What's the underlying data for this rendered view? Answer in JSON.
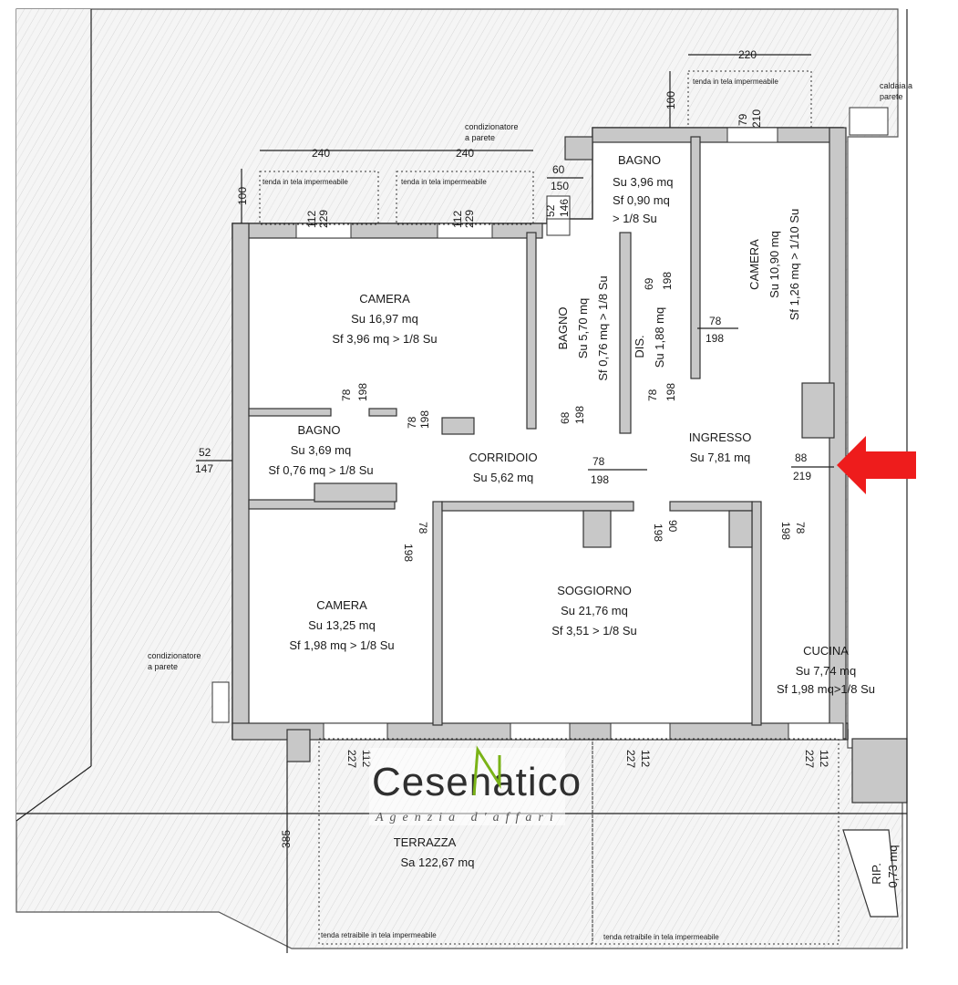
{
  "rooms": {
    "camera1": {
      "name": "CAMERA",
      "su": "Su 16,97 mq",
      "sf": "Sf 3,96 mq > 1/8 Su"
    },
    "bagno_top": {
      "name": "BAGNO",
      "su": "Su 3,96 mq",
      "sf": "Sf 0,90 mq",
      "sf2": "> 1/8 Su"
    },
    "camera_right": {
      "name": "CAMERA",
      "su": "Su 10,90 mq",
      "sf": "Sf 1,26 mq > 1/10 Su"
    },
    "bagno_mid": {
      "name": "BAGNO",
      "su": "Su 5,70 mq",
      "sf": "Sf 0,76 mq > 1/8 Su"
    },
    "dis": {
      "name": "DIS.",
      "su": "Su 1,88 mq"
    },
    "bagno_left": {
      "name": "BAGNO",
      "su": "Su 3,69 mq",
      "sf": "Sf 0,76 mq > 1/8 Su"
    },
    "corridoio": {
      "name": "CORRIDOIO",
      "su": "Su 5,62 mq"
    },
    "ingresso": {
      "name": "INGRESSO",
      "su": "Su 7,81 mq"
    },
    "camera2": {
      "name": "CAMERA",
      "su": "Su 13,25 mq",
      "sf": "Sf 1,98 mq > 1/8 Su"
    },
    "soggiorno": {
      "name": "SOGGIORNO",
      "su": "Su 21,76 mq",
      "sf": "Sf 3,51 > 1/8 Su"
    },
    "cucina": {
      "name": "CUCINA",
      "su": "Su 7,74 mq",
      "sf": "Sf 1,98 mq>1/8 Su"
    },
    "terrazza": {
      "name": "TERRAZZA",
      "sa": "Sa 122,67 mq"
    },
    "rip": {
      "name": "RIP.",
      "su": "0,73 mq"
    }
  },
  "notes": {
    "condizionatore_top_1": "condizionatore",
    "condizionatore_top_2": "a parete",
    "condizionatore_left_1": "condizionatore",
    "condizionatore_left_2": "a parete",
    "caldaia_1": "caldaia a",
    "caldaia_2": "parete",
    "tenda_imp_1": "tenda in tela impermeabile",
    "tenda_imp_2": "tenda in tela impermeabile",
    "tenda_imp_3": "tenda in tela impermeabile",
    "tenda_retr_1": "tenda retraibile in tela impermeabile",
    "tenda_retr_2": "tenda retraibile in tela impermeabile"
  },
  "dims": {
    "d240a": "240",
    "d240b": "240",
    "d220": "220",
    "d100a": "100",
    "d100b": "100",
    "d385": "385",
    "w112a": "112",
    "w229a": "229",
    "w112b": "112",
    "w229b": "229",
    "w52a": "52",
    "w146": "146",
    "w60": "60",
    "w150": "150",
    "w79": "79",
    "w210": "210",
    "w69": "69",
    "w198a": "198",
    "w78a": "78",
    "w198b": "198",
    "w78b": "78",
    "w198c": "198",
    "w78c": "78",
    "w198d": "198",
    "w78d": "78",
    "w198e": "198",
    "w68": "68",
    "w198f": "198",
    "w52b": "52",
    "w147": "147",
    "w78e": "78",
    "w198g": "198",
    "w88": "88",
    "w219": "219",
    "w78f": "78",
    "w198h": "198",
    "w90": "90",
    "w198i": "198",
    "w78g": "78",
    "w198j": "198",
    "w227a": "227",
    "w112c": "112",
    "w227b": "227",
    "w112d": "112",
    "w227c": "227",
    "w112e": "112"
  },
  "watermark": {
    "brand": "Cesenatico",
    "tagline": "Agenzia d'affari",
    "accent": "#7ab317"
  },
  "colors": {
    "arrow": "#ee1c1c",
    "wall": "#c8c8c8"
  }
}
